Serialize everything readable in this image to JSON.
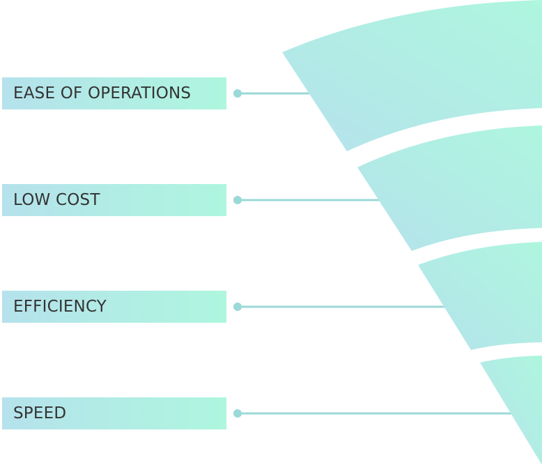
{
  "levels": [
    {
      "label": "EASE OF OPERATIONS"
    },
    {
      "label": "LOW COST"
    },
    {
      "label": "EFFICIENCY"
    },
    {
      "label": "SPEED"
    }
  ],
  "colors": {
    "gradient_start": "#b5e2ec",
    "gradient_end": "#aef6de",
    "connector": "#9bd9d8",
    "text": "#333333"
  }
}
